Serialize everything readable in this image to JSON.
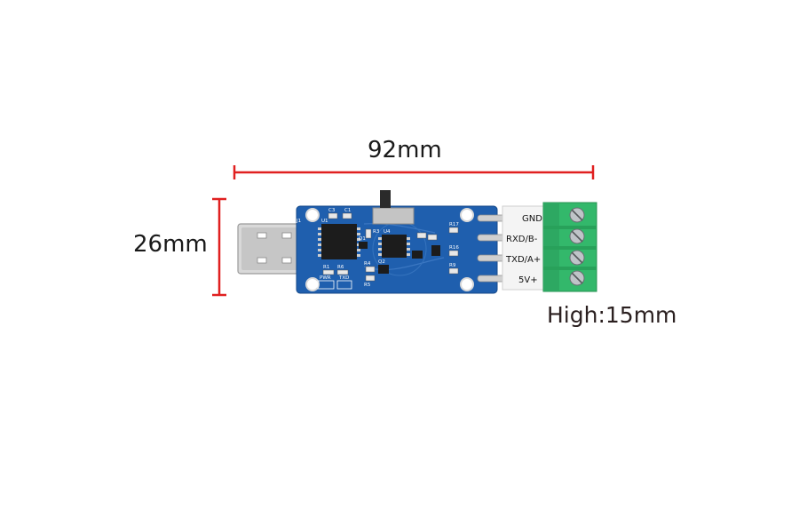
{
  "dimensions": {
    "width_label": "92mm",
    "height_label": "26mm",
    "high_label": "High:15mm",
    "line_color": "#e02020"
  },
  "product": {
    "pcb_color": "#1f5fae",
    "terminal_color": "#33b86b",
    "terminal_labels": [
      "GND",
      "RXD/B-",
      "TXD/A+",
      "5V+"
    ],
    "silkscreen": {
      "pwr": "PWR",
      "txd": "TXD",
      "refs": [
        "C3",
        "C1",
        "U1",
        "U4",
        "R3",
        "R17",
        "R16",
        "R9",
        "R1",
        "R6",
        "R4",
        "R5",
        "Q1",
        "Q2",
        "J1"
      ]
    }
  }
}
